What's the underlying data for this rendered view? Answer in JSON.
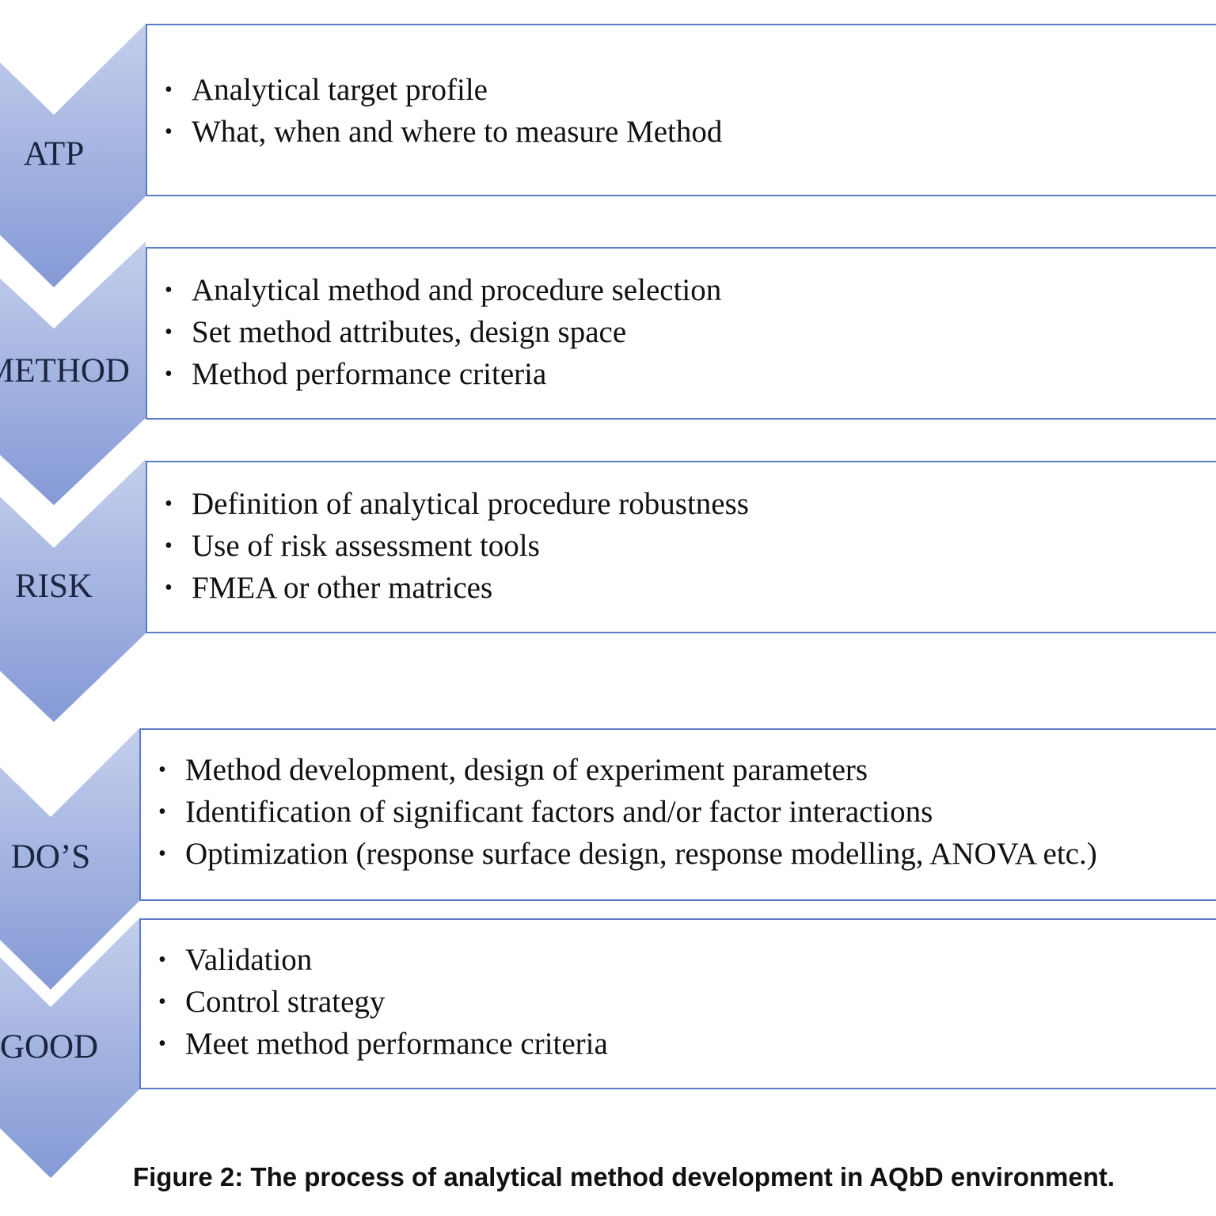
{
  "stages": [
    {
      "label": "ATP",
      "bullets": [
        "Analytical target profile",
        "What, when and where to measure Method"
      ]
    },
    {
      "label": "METHOD",
      "bullets": [
        "Analytical method and procedure selection",
        "Set method attributes, design space",
        "Method performance criteria"
      ]
    },
    {
      "label": "RISK",
      "bullets": [
        "Definition of analytical procedure robustness",
        "Use of risk assessment tools",
        "FMEA or other matrices"
      ]
    },
    {
      "label": "DO’S",
      "bullets": [
        "Method development, design of experiment parameters",
        "Identification of significant factors and/or factor interactions",
        "Optimization (response surface design, response modelling, ANOVA etc.)"
      ]
    },
    {
      "label": "GOOD",
      "bullets": [
        "Validation",
        "Control strategy",
        "Meet method performance criteria"
      ]
    }
  ],
  "caption": "Figure 2: The process of analytical method development in AQbD environment.",
  "colors": {
    "chevron_light": "#c4cfec",
    "chevron_dark": "#8499d6",
    "border": "#5c7bc6",
    "text": "#111111"
  }
}
